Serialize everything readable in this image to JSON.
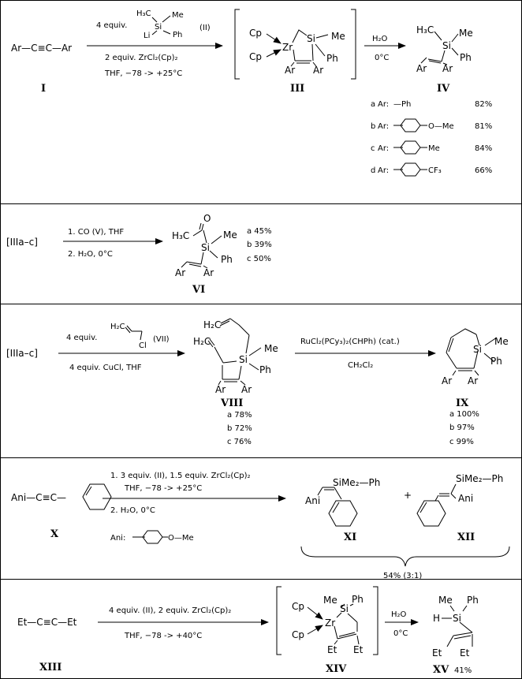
{
  "scheme1": {
    "reactant": "Ar—C≡C—Ar",
    "reactant_label": "I",
    "reagent1": "4 equiv.",
    "reagent1_H3C": "H₃C",
    "reagent1_Me": "Me",
    "reagent1_Si": "Si",
    "reagent1_Li": "Li",
    "reagent1_Ph": "Ph",
    "reagent1_ref": "(II)",
    "reagent2": "2 equiv. ZrCl₂(Cp)₂",
    "conditions": "THF, −78 -> +25°C",
    "intermediate_label": "III",
    "cp_top": "Cp",
    "cp_bottom": "Cp",
    "zr": "Zr",
    "si": "Si",
    "me": "Me",
    "ph": "Ph",
    "ar_left": "Ar",
    "ar_right": "Ar",
    "step2_reagent": "H₂O",
    "step2_temp": "0°C",
    "product_label": "IV",
    "product_H3C": "H₃C",
    "product_Me": "Me",
    "product_Si": "Si",
    "product_Ph": "Ph",
    "product_Ar1": "Ar",
    "product_Ar2": "Ar",
    "variants": [
      {
        "letter": "a",
        "ar": "Ar:",
        "group": "—Ph",
        "yield": "82%"
      },
      {
        "letter": "b",
        "ar": "Ar:",
        "group": "O—Me",
        "yield": "81%"
      },
      {
        "letter": "c",
        "ar": "Ar:",
        "group": "Me",
        "yield": "84%"
      },
      {
        "letter": "d",
        "ar": "Ar:",
        "group": "CF₃",
        "yield": "66%"
      }
    ]
  },
  "scheme2": {
    "start": "[IIIa–c]",
    "step1": "1. CO (V), THF",
    "step2": "2. H₂O, 0°C",
    "O": "O",
    "H3C": "H₃C",
    "Si": "Si",
    "Me": "Me",
    "Ph": "Ph",
    "Ar1": "Ar",
    "Ar2": "Ar",
    "product_label": "VI",
    "yields": [
      "a 45%",
      "b 39%",
      "c 50%"
    ]
  },
  "scheme3": {
    "start": "[IIIa–c]",
    "reagent_prefix": "4 equiv.",
    "allyl_H2C": "H₂C",
    "allyl_Cl": "Cl",
    "reagent_ref": "(VII)",
    "reagent2": "4 equiv. CuCl, THF",
    "H2C_top": "H₂C",
    "H2C_left": "H₂C",
    "Si": "Si",
    "Me": "Me",
    "Ph": "Ph",
    "Ar1": "Ar",
    "Ar2": "Ar",
    "intermediate_label": "VIII",
    "intermediate_yields": [
      "a 78%",
      "b 72%",
      "c 76%"
    ],
    "catalyst": "RuCl₂(PCy₃)₂(CHPh) (cat.)",
    "solvent": "CH₂Cl₂",
    "product_label": "IX",
    "product_Si": "Si",
    "product_Me": "Me",
    "product_Ph": "Ph",
    "product_Ar1": "Ar",
    "product_Ar2": "Ar",
    "product_yields": [
      "a  100%",
      "b   97%",
      "c   99%"
    ]
  },
  "scheme4": {
    "reactant": "Ani—C≡C—",
    "reactant_label": "X",
    "step1": "1. 3 equiv. (II), 1.5 equiv. ZrCl₂(Cp)₂",
    "step1_conditions": "THF, −78 -> +25°C",
    "step2": "2. H₂O, 0°C",
    "ani_def": "Ani:",
    "ani_group": "O—Me",
    "product1_SiMe2Ph": "SiMe₂—Ph",
    "product1_Ani": "Ani",
    "product1_label": "XI",
    "plus": "+",
    "product2_SiMe2Ph": "SiMe₂—Ph",
    "product2_Ani": "Ani",
    "product2_label": "XII",
    "combined_yield": "54% (3:1)"
  },
  "scheme5": {
    "reactant": "Et—C≡C—Et",
    "reactant_label": "XIII",
    "reagent": "4 equiv. (II), 2 equiv. ZrCl₂(Cp)₂",
    "conditions": "THF, −78 -> +40°C",
    "intermediate_label": "XIV",
    "cp_top": "Cp",
    "cp_bottom": "Cp",
    "zr": "Zr",
    "si": "Si",
    "me": "Me",
    "ph": "Ph",
    "et1": "Et",
    "et2": "Et",
    "step2_reagent": "H₂O",
    "step2_temp": "0°C",
    "product_Me": "Me",
    "product_Ph": "Ph",
    "product_H": "H",
    "product_Si": "Si",
    "product_Et1": "Et",
    "product_Et2": "Et",
    "product_label": "XV",
    "product_yield": "41%"
  }
}
